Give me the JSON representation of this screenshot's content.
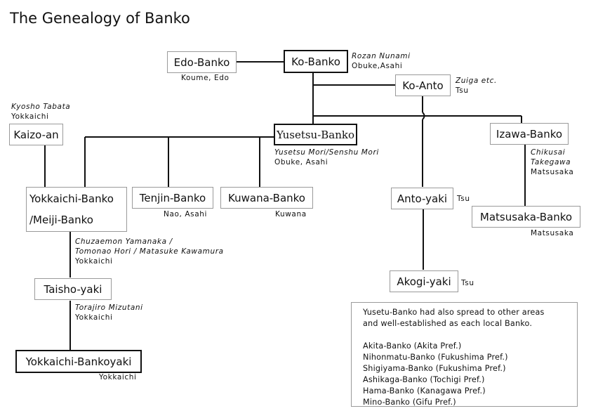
{
  "title": "The Genealogy of Banko",
  "nodes": {
    "edo_banko": "Edo-Banko",
    "ko_banko": "Ko-Banko",
    "ko_anto": "Ko-Anto",
    "kaizo_an": "Kaizo-an",
    "yusetsu_banko": "Yusetsu-Banko",
    "izawa_banko": "Izawa-Banko",
    "yokkaichi_meiji_line1": "Yokkaichi-Banko",
    "yokkaichi_meiji_line2": "/Meiji-Banko",
    "tenjin_banko": "Tenjin-Banko",
    "kuwana_banko": "Kuwana-Banko",
    "anto_yaki": "Anto-yaki",
    "matsusaka_banko": "Matsusaka-Banko",
    "taisho_yaki": "Taisho-yaki",
    "akogi_yaki": "Akogi-yaki",
    "yokkaichi_bankoyaki": "Yokkaichi-Bankoyaki"
  },
  "annotations": {
    "edo_banko": {
      "place": "Koume, Edo"
    },
    "ko_banko": {
      "person": "Rozan Nunami",
      "place": "Obuke,Asahi"
    },
    "ko_anto": {
      "person": "Zuiga etc.",
      "place": "Tsu"
    },
    "kaizo_an": {
      "person": "Kyosho Tabata",
      "place": "Yokkaichi"
    },
    "yusetsu_banko": {
      "person": "Yusetsu Mori/Senshu Mori",
      "place": "Obuke, Asahi"
    },
    "izawa_banko": {
      "person1": "Chikusai",
      "person2": "Takegawa",
      "place": "Matsusaka"
    },
    "tenjin_banko": {
      "place": "Nao, Asahi"
    },
    "kuwana_banko": {
      "place": "Kuwana"
    },
    "anto_yaki": {
      "place": "Tsu"
    },
    "matsusaka_banko": {
      "place": "Matsusaka"
    },
    "yokkaichi_meiji": {
      "person1": "Chuzaemon Yamanaka /",
      "person2": "Tomonao Hori / Matasuke Kawamura",
      "place": "Yokkaichi"
    },
    "taisho_yaki": {
      "person": "Torajiro Mizutani",
      "place": "Yokkaichi"
    },
    "akogi_yaki": {
      "place": "Tsu"
    },
    "yokkaichi_bankoyaki": {
      "place": "Yokkaichi"
    }
  },
  "note": {
    "intro1": "Yusetu-Banko had also spread to other areas",
    "intro2": "and well-established as each local Banko.",
    "items": [
      "Akita-Banko (Akita Pref.)",
      "Nihonmatu-Banko (Fukushima Pref.)",
      "Shigiyama-Banko (Fukushima Pref.)",
      "Ashikaga-Banko (Tochigi Pref.)",
      "Hama-Banko (Kanagawa Pref.)",
      "Mino-Banko (Gifu Pref.)"
    ]
  }
}
